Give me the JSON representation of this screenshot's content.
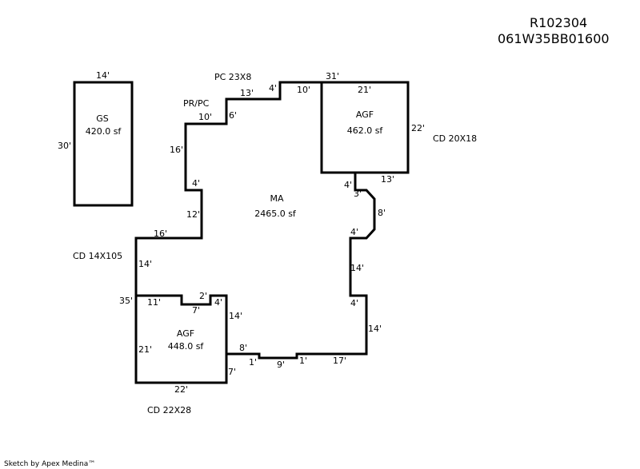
{
  "header": {
    "parcel_id": "R102304",
    "map_number": "061W35BB01600"
  },
  "footer": {
    "credit": "Sketch by Apex Medina™"
  },
  "areas": {
    "gs": {
      "code": "GS",
      "area": "420.0 sf",
      "dims": [
        "14'",
        "30'"
      ]
    },
    "ma": {
      "code": "MA",
      "area": "2465.0 sf"
    },
    "agf_top": {
      "code": "AGF",
      "area": "462.0 sf",
      "dims": [
        "21'",
        "22'",
        "13'"
      ]
    },
    "agf_bottom": {
      "code": "AGF",
      "area": "448.0 sf",
      "dims": [
        "11'",
        "2'",
        "7'",
        "4'",
        "14'",
        "21'",
        "22'",
        "7'"
      ]
    }
  },
  "annotations": {
    "pc": "PC 23X8",
    "prpc": "PR/PC",
    "cd_20x18": "CD 20X18",
    "cd_14x105": "CD 14X105",
    "cd_22x28": "CD 22X28"
  },
  "ma_dims": [
    "31'",
    "4'",
    "13'",
    "10'",
    "10'",
    "6'",
    "16'",
    "4'",
    "12'",
    "16'",
    "14'",
    "35'",
    "4'",
    "3'",
    "8'",
    "4'",
    "14'",
    "4'",
    "14'",
    "8'",
    "1'",
    "9'",
    "1'",
    "17'"
  ]
}
